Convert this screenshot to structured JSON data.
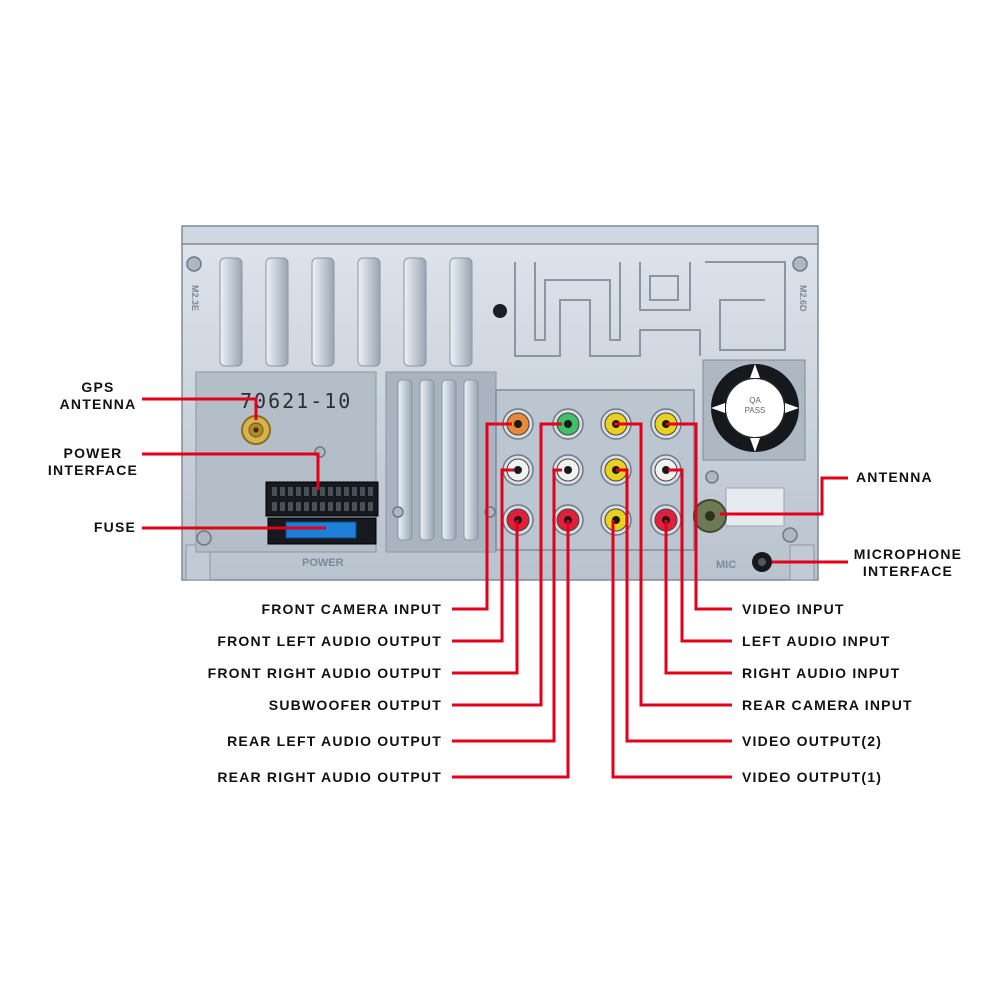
{
  "diagram": {
    "colors": {
      "wire": "#e3001b",
      "panel": "#c7d0da",
      "panel_dark": "#8f9aa6",
      "text": "#111111"
    },
    "labels": {
      "gps_antenna": [
        "GPS",
        "ANTENNA"
      ],
      "power_interface": [
        "POWER",
        "INTERFACE"
      ],
      "fuse": "FUSE",
      "antenna": "ANTENNA",
      "microphone_interface": [
        "MICROPHONE",
        "INTERFACE"
      ],
      "front_camera_input": "FRONT CAMERA INPUT",
      "front_left_audio_output": "FRONT LEFT AUDIO OUTPUT",
      "front_right_audio_output": "FRONT RIGHT AUDIO OUTPUT",
      "subwoofer_output": "SUBWOOFER OUTPUT",
      "rear_left_audio_output": "REAR LEFT AUDIO OUTPUT",
      "rear_right_audio_output": "REAR RIGHT AUDIO OUTPUT",
      "video_input": "VIDEO INPUT",
      "left_audio_input": "LEFT AUDIO INPUT",
      "right_audio_input": "RIGHT AUDIO INPUT",
      "rear_camera_input": "REAR CAMERA INPUT",
      "video_output_2": "VIDEO OUTPUT(2)",
      "video_output_1": "VIDEO OUTPUT(1)"
    },
    "embossed": {
      "serial": "70621-10",
      "power": "POWER",
      "mic": "MIC",
      "qa_pass": [
        "QA",
        "PASS"
      ],
      "side_left": "M2.3E",
      "side_right": "M2.6D"
    },
    "rca_jacks": [
      {
        "row": 0,
        "col": 0,
        "color": "#e88a3c"
      },
      {
        "row": 0,
        "col": 1,
        "color": "#3fbf6a"
      },
      {
        "row": 0,
        "col": 2,
        "color": "#e8d21e"
      },
      {
        "row": 0,
        "col": 3,
        "color": "#e8d21e"
      },
      {
        "row": 1,
        "col": 0,
        "color": "#f2f2f2"
      },
      {
        "row": 1,
        "col": 1,
        "color": "#f2f2f2"
      },
      {
        "row": 1,
        "col": 2,
        "color": "#e8d21e"
      },
      {
        "row": 1,
        "col": 3,
        "color": "#f2f2f2"
      },
      {
        "row": 2,
        "col": 0,
        "color": "#e0203a"
      },
      {
        "row": 2,
        "col": 1,
        "color": "#e0203a"
      },
      {
        "row": 2,
        "col": 2,
        "color": "#e8d21e"
      },
      {
        "row": 2,
        "col": 3,
        "color": "#e0203a"
      }
    ]
  }
}
